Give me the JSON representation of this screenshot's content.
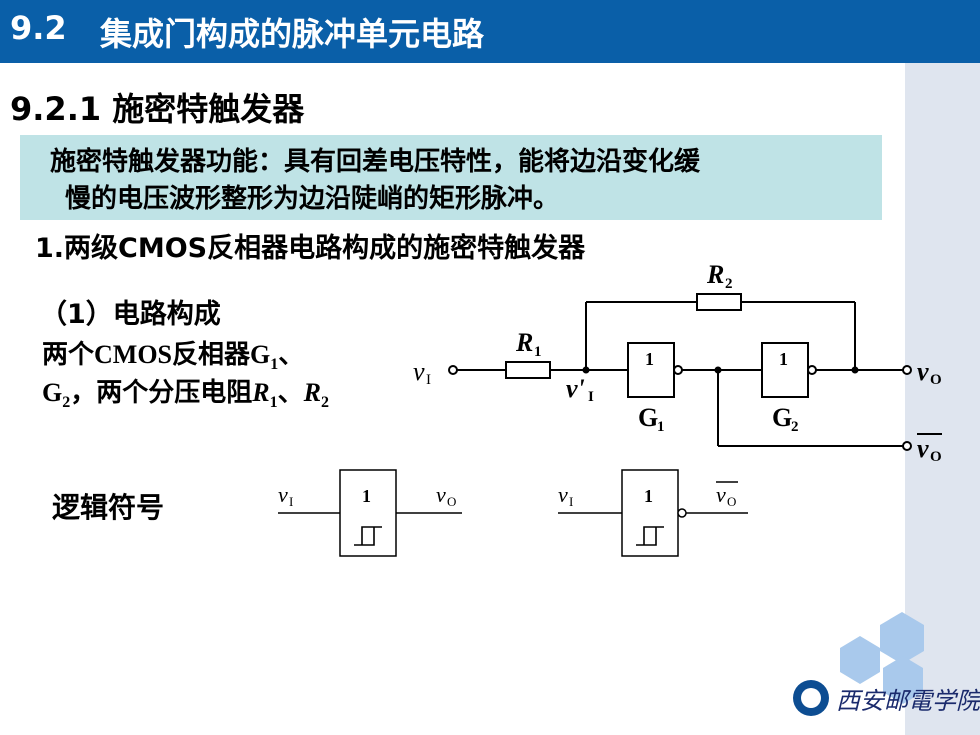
{
  "header": {
    "number": "9.2",
    "title": "集成门构成的脉冲单元电路"
  },
  "section": {
    "title": "9.2.1 施密特触发器"
  },
  "definition": {
    "line1": "施密特触发器功能：具有回差电压特性，能将边沿变化缓",
    "line2": "慢的电压波形整形为边沿陡峭的矩形脉冲。"
  },
  "heading1": "1.两级CMOS反相器电路构成的施密特触发器",
  "heading2": "（1）电路构成",
  "description": {
    "line1_a": "两个",
    "line1_b": "CMOS",
    "line1_c": "反相器",
    "line1_d": "G",
    "line1_d_sub": "1",
    "line1_e": "、",
    "line2_a": "G",
    "line2_a_sub": "2",
    "line2_b": "，两个分压电阻",
    "line2_c": "R",
    "line2_c_sub": "1",
    "line2_d": "、",
    "line2_e": "R",
    "line2_e_sub": "2"
  },
  "circuit": {
    "r2": "R",
    "r2_sub": "2",
    "r1": "R",
    "r1_sub": "1",
    "vin": "v",
    "vin_sub": "I",
    "vin_prime": "v'",
    "vin_prime_sub": "I",
    "gate1_symbol": "1",
    "gate2_symbol": "1",
    "g1": "G",
    "g1_sub": "1",
    "g2": "G",
    "g2_sub": "2",
    "vout": "v",
    "vout_sub": "O",
    "vout_bar": "v",
    "vout_bar_sub": "O"
  },
  "logic_symbols": {
    "label": "逻辑符号",
    "sym1": {
      "input": "v",
      "input_sub": "I",
      "gate": "1",
      "output": "v",
      "output_sub": "O"
    },
    "sym2": {
      "input": "v",
      "input_sub": "I",
      "gate": "1",
      "output": "v",
      "output_sub": "O"
    }
  },
  "logo": {
    "text": "西安邮電学院"
  },
  "colors": {
    "title_bar": "#0a5fa8",
    "definition_box": "#bfe3e6",
    "right_band": "#dfe5ef",
    "hexagon": "#a9c9ec"
  }
}
